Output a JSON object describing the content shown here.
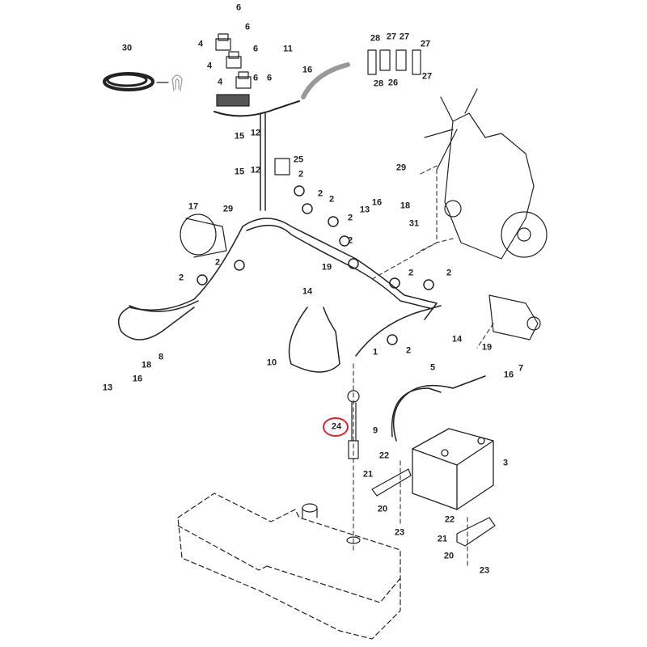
{
  "diagram": {
    "title": "Electrical wiring harness, battery, fuel tank sender and engine parts diagram",
    "highlight_color": "#e0202a",
    "highlighted_part": "24",
    "callouts": [
      {
        "id": "c6a",
        "label": "6"
      },
      {
        "id": "c6b",
        "label": "6"
      },
      {
        "id": "c6c",
        "label": "6"
      },
      {
        "id": "c6d",
        "label": "6"
      },
      {
        "id": "c6e",
        "label": "6"
      },
      {
        "id": "c4a",
        "label": "4"
      },
      {
        "id": "c4b",
        "label": "4"
      },
      {
        "id": "c4c",
        "label": "4"
      },
      {
        "id": "c30",
        "label": "30"
      },
      {
        "id": "c11",
        "label": "11"
      },
      {
        "id": "c16a",
        "label": "16"
      },
      {
        "id": "c28a",
        "label": "28"
      },
      {
        "id": "c27a",
        "label": "27"
      },
      {
        "id": "c27b",
        "label": "27"
      },
      {
        "id": "c27c",
        "label": "27"
      },
      {
        "id": "c27d",
        "label": "27"
      },
      {
        "id": "c28b",
        "label": "28"
      },
      {
        "id": "c26",
        "label": "26"
      },
      {
        "id": "c15a",
        "label": "15"
      },
      {
        "id": "c12a",
        "label": "12"
      },
      {
        "id": "c15b",
        "label": "15"
      },
      {
        "id": "c12b",
        "label": "12"
      },
      {
        "id": "c25",
        "label": "25"
      },
      {
        "id": "c2a",
        "label": "2"
      },
      {
        "id": "c2b",
        "label": "2"
      },
      {
        "id": "c2c",
        "label": "2"
      },
      {
        "id": "c2d",
        "label": "2"
      },
      {
        "id": "c2e",
        "label": "2"
      },
      {
        "id": "c2f",
        "label": "2"
      },
      {
        "id": "c2g",
        "label": "2"
      },
      {
        "id": "c2h",
        "label": "2"
      },
      {
        "id": "c2i",
        "label": "2"
      },
      {
        "id": "c2j",
        "label": "2"
      },
      {
        "id": "c17",
        "label": "17"
      },
      {
        "id": "c29a",
        "label": "29"
      },
      {
        "id": "c29b",
        "label": "29"
      },
      {
        "id": "c13a",
        "label": "13"
      },
      {
        "id": "c16b",
        "label": "16"
      },
      {
        "id": "c18a",
        "label": "18"
      },
      {
        "id": "c31",
        "label": "31"
      },
      {
        "id": "c19a",
        "label": "19"
      },
      {
        "id": "c14a",
        "label": "14"
      },
      {
        "id": "c8",
        "label": "8"
      },
      {
        "id": "c18b",
        "label": "18"
      },
      {
        "id": "c16c",
        "label": "16"
      },
      {
        "id": "c13b",
        "label": "13"
      },
      {
        "id": "c10",
        "label": "10"
      },
      {
        "id": "c1",
        "label": "1"
      },
      {
        "id": "c14b",
        "label": "14"
      },
      {
        "id": "c19b",
        "label": "19"
      },
      {
        "id": "c5",
        "label": "5"
      },
      {
        "id": "c16d",
        "label": "16"
      },
      {
        "id": "c7",
        "label": "7"
      },
      {
        "id": "c24",
        "label": "24"
      },
      {
        "id": "c9",
        "label": "9"
      },
      {
        "id": "c3",
        "label": "3"
      },
      {
        "id": "c22a",
        "label": "22"
      },
      {
        "id": "c21a",
        "label": "21"
      },
      {
        "id": "c20a",
        "label": "20"
      },
      {
        "id": "c23a",
        "label": "23"
      },
      {
        "id": "c22b",
        "label": "22"
      },
      {
        "id": "c21b",
        "label": "21"
      },
      {
        "id": "c20b",
        "label": "20"
      },
      {
        "id": "c23b",
        "label": "23"
      }
    ]
  }
}
